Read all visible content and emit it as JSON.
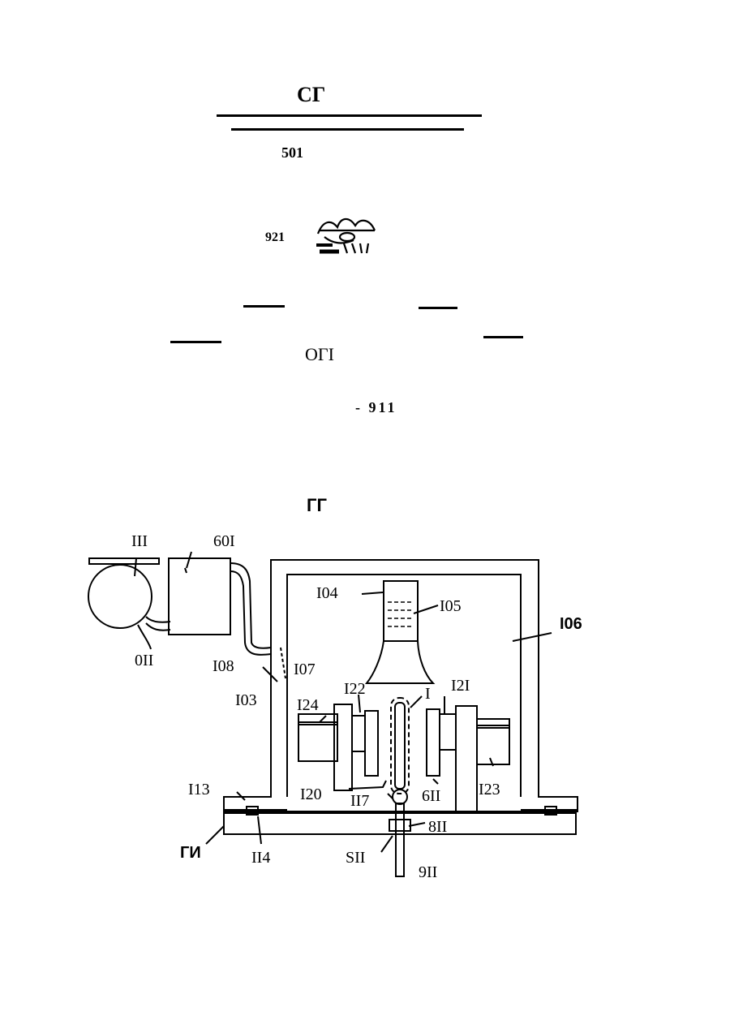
{
  "top_fragment": {
    "title_mark": "СГ",
    "label_501": "501",
    "label_921": "921",
    "stamp_text": "ОГI",
    "label_911": "- 911"
  },
  "figure": {
    "heading": "ГГ",
    "corner_label": "ГИ",
    "refs": {
      "r111": "III",
      "r109": "60I",
      "r110": "0II",
      "r108": "I08",
      "r107": "I07",
      "r103": "I03",
      "r104": "I04",
      "r105": "I05",
      "r106": "I06",
      "r122": "I22",
      "r124": "I24",
      "r1": "I",
      "r121": "I2I",
      "r113": "I13",
      "r120": "I20",
      "r117": "II7",
      "r119": "6II",
      "r123": "I23",
      "r118": "8II",
      "r114": "II4",
      "r115": "SII",
      "r116": "9II"
    }
  }
}
